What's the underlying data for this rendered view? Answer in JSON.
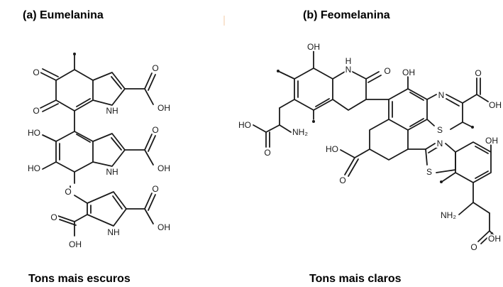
{
  "panels": {
    "left": {
      "title": "(a) Eumelanina",
      "caption": "Tons mais escuros"
    },
    "right": {
      "title": "(b) Feomelanina",
      "caption": "Tons mais claros"
    }
  },
  "atoms": {
    "o": "O",
    "oh": "OH",
    "ho": "HO",
    "nh": "NH",
    "hn": "H N",
    "n": "N",
    "s": "S",
    "nh2": "NH₂",
    "h": "H"
  }
}
